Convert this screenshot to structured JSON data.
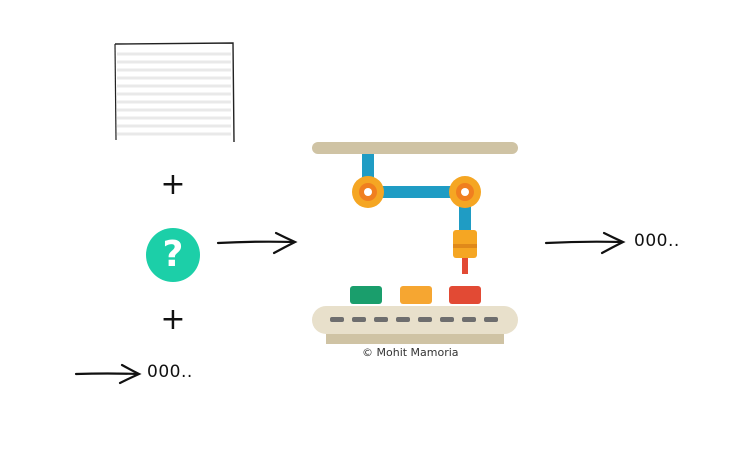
{
  "input": {
    "plus_top": "+",
    "plus_bottom": "+",
    "question_glyph": "?",
    "sequence_text": "000.."
  },
  "output": {
    "sequence_text": "000.."
  },
  "credit": "© Mohit Mamoria",
  "colors": {
    "question_bg": "#1ccfa8",
    "arm_blue": "#1f9cc4",
    "joint_orange": "#f5a623",
    "rail": "#cfc3a4",
    "belt": "#e8e0cb",
    "box_green": "#1a9e6c",
    "box_orange": "#f6a631",
    "box_red": "#e24a34"
  }
}
